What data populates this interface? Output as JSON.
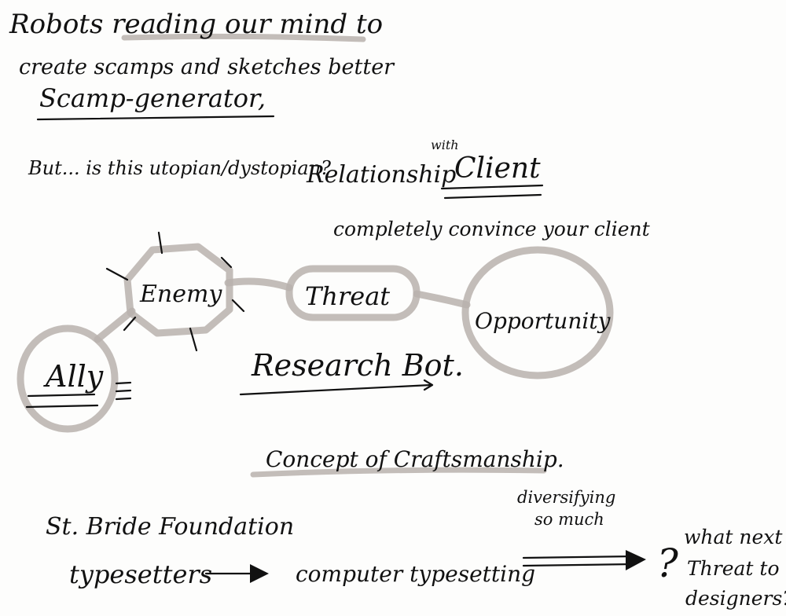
{
  "lines": {
    "headline": "Robots reading our mind to",
    "headline_2": "create scamps and sketches better",
    "scamp": "Scamp-generator,",
    "question": "But... is this utopian/dystopian?",
    "with_note": "with",
    "relationship": "Relationship",
    "client": "Client",
    "convince": "completely convince your client",
    "research_bot": "Research Bot.",
    "craftsmanship": "Concept of Craftsmanship.",
    "st_bride": "St. Bride Foundation",
    "typesetters": "typesetters",
    "computer_typesetting": "computer typesetting",
    "diversifying": "diversifying",
    "so_much": "so much",
    "question_mark": "?",
    "what_next": "what next",
    "threat_to": "Threat to",
    "designers": "designers?"
  },
  "nodes": {
    "ally": "Ally",
    "enemy": "Enemy",
    "threat": "Threat",
    "opportunity": "Opportunity"
  },
  "colors": {
    "ink": "#111111",
    "pencil": "#b9b1ad",
    "paper": "#fdfdfc"
  }
}
